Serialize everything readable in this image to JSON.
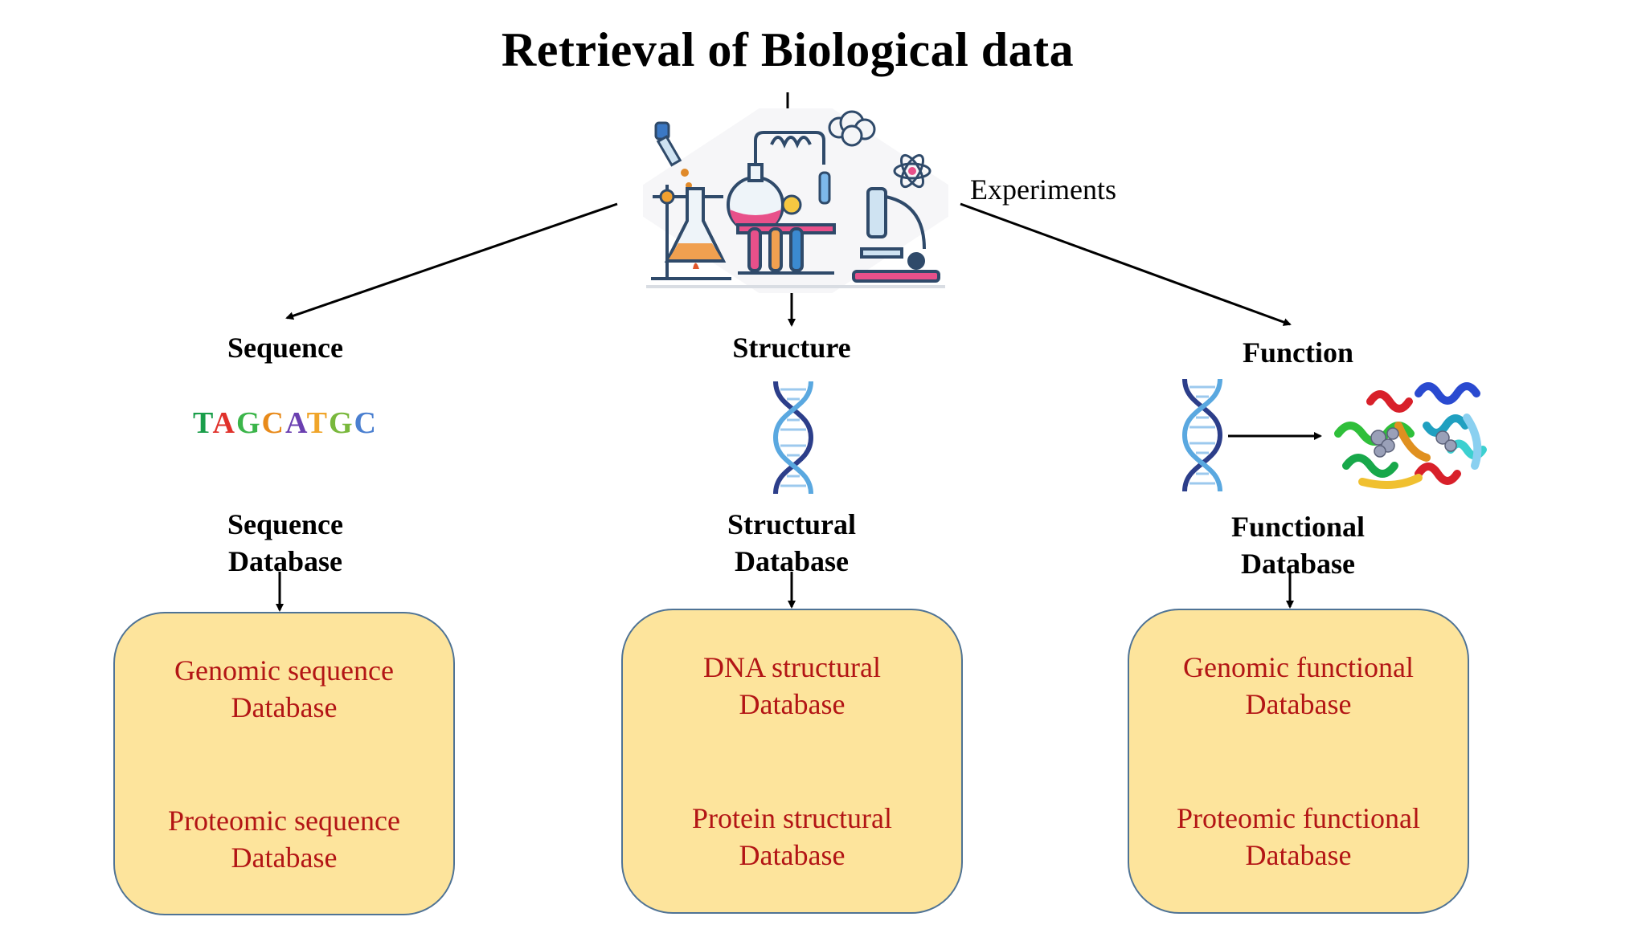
{
  "title": "Retrieval of Biological data",
  "experiments_label": "Experiments",
  "columns": [
    {
      "heading": "Sequence",
      "db_title_line1": "Sequence",
      "db_title_line2": "Database",
      "entries": [
        {
          "line1": "Genomic sequence",
          "line2": "Database"
        },
        {
          "line1": "Proteomic sequence",
          "line2": "Database"
        }
      ]
    },
    {
      "heading": "Structure",
      "db_title_line1": "Structural",
      "db_title_line2": "Database",
      "entries": [
        {
          "line1": "DNA structural",
          "line2": "Database"
        },
        {
          "line1": "Protein structural",
          "line2": "Database"
        }
      ]
    },
    {
      "heading": "Function",
      "db_title_line1": "Functional",
      "db_title_line2": "Database",
      "entries": [
        {
          "line1": "Genomic functional",
          "line2": "Database"
        },
        {
          "line1": "Proteomic functional",
          "line2": "Database"
        }
      ]
    }
  ],
  "dna_sequence": [
    {
      "letter": "T",
      "color": "#1a9e4a"
    },
    {
      "letter": "A",
      "color": "#e0312b"
    },
    {
      "letter": "G",
      "color": "#3bb54a"
    },
    {
      "letter": "C",
      "color": "#e88a1a"
    },
    {
      "letter": "A",
      "color": "#6a3fb0"
    },
    {
      "letter": "T",
      "color": "#f0a52a"
    },
    {
      "letter": "G",
      "color": "#79b83c"
    },
    {
      "letter": "C",
      "color": "#4a7fd0"
    }
  ],
  "colors": {
    "box_fill": "#fde49c",
    "box_border": "#4f7395",
    "box_text": "#b31515"
  },
  "icons": [
    "lab-equipment-icon",
    "dna-helix-icon",
    "protein-structure-icon"
  ]
}
